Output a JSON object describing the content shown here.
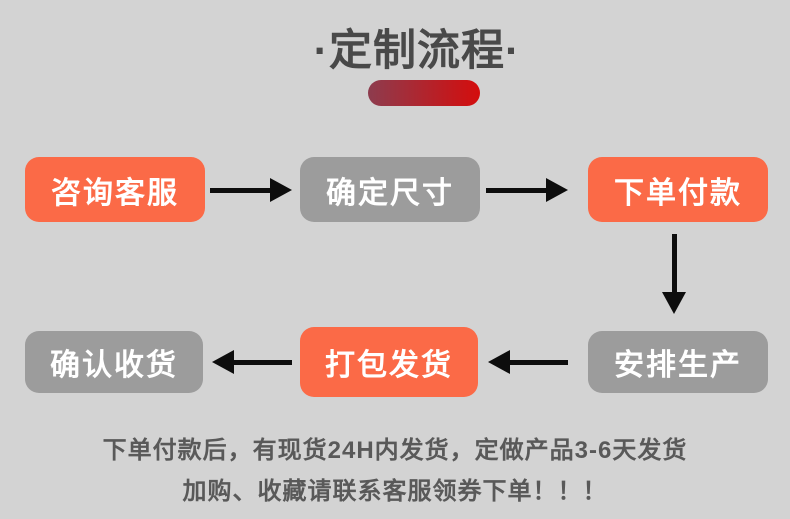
{
  "header": {
    "title": "·定制流程·"
  },
  "colors": {
    "page_bg": "#d3d3d3",
    "title_text": "#494949",
    "footer_text": "#595959",
    "box_text": "#ffffff",
    "orange": "#fb6a47",
    "gray": "#9c9c9c",
    "arrow": "#0d0d0d",
    "pill_left": "#8d3c4e",
    "pill_right": "#d40d0d"
  },
  "flow": {
    "row1": [
      {
        "label": "咨询客服",
        "style": "orange"
      },
      {
        "label": "确定尺寸",
        "style": "gray"
      },
      {
        "label": "下单付款",
        "style": "orange"
      }
    ],
    "row2": [
      {
        "label": "确认收货",
        "style": "gray"
      },
      {
        "label": "打包发货",
        "style": "orange"
      },
      {
        "label": "安排生产",
        "style": "gray"
      }
    ]
  },
  "footer": {
    "line1": "下单付款后，有现货24H内发货，定做产品3-6天发货",
    "line2": "加购、收藏请联系客服领券下单！！！"
  }
}
